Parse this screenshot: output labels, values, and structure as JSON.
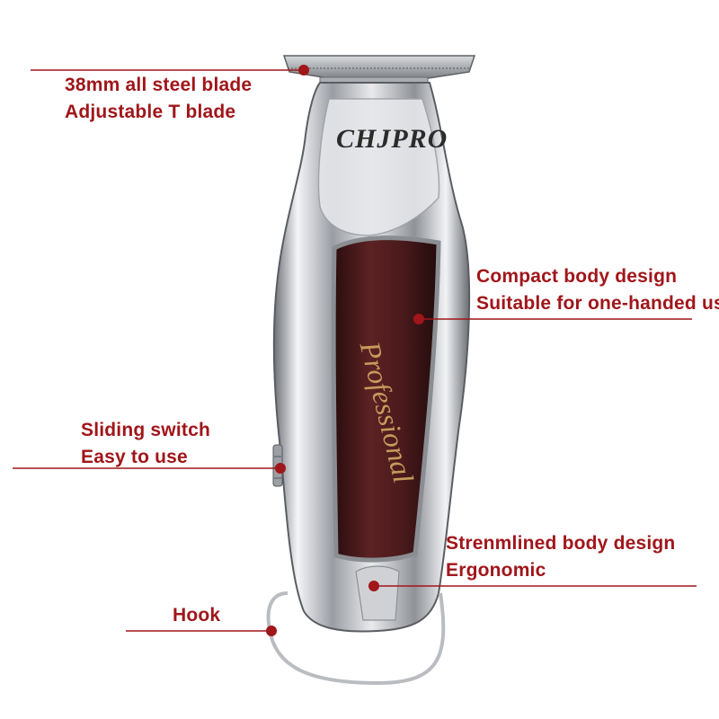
{
  "brand": {
    "logo_text": "CHJPRO",
    "body_script": "Professional"
  },
  "colors": {
    "accent": "#a0161a",
    "line": "#a0161a",
    "chrome": "#c9ccd1",
    "panel": "#4a1a1c",
    "gold": "#c89a5c"
  },
  "callouts": [
    {
      "id": "blade",
      "lines": [
        "38mm all steel blade",
        "Adjustable T blade"
      ]
    },
    {
      "id": "body",
      "lines": [
        "Compact body design",
        "Suitable for one-handed use"
      ]
    },
    {
      "id": "switch",
      "lines": [
        "Sliding switch",
        "Easy to use"
      ]
    },
    {
      "id": "streamline",
      "lines": [
        "Strenmlined body design",
        "Ergonomic"
      ]
    },
    {
      "id": "hook",
      "lines": [
        "Hook"
      ]
    }
  ]
}
